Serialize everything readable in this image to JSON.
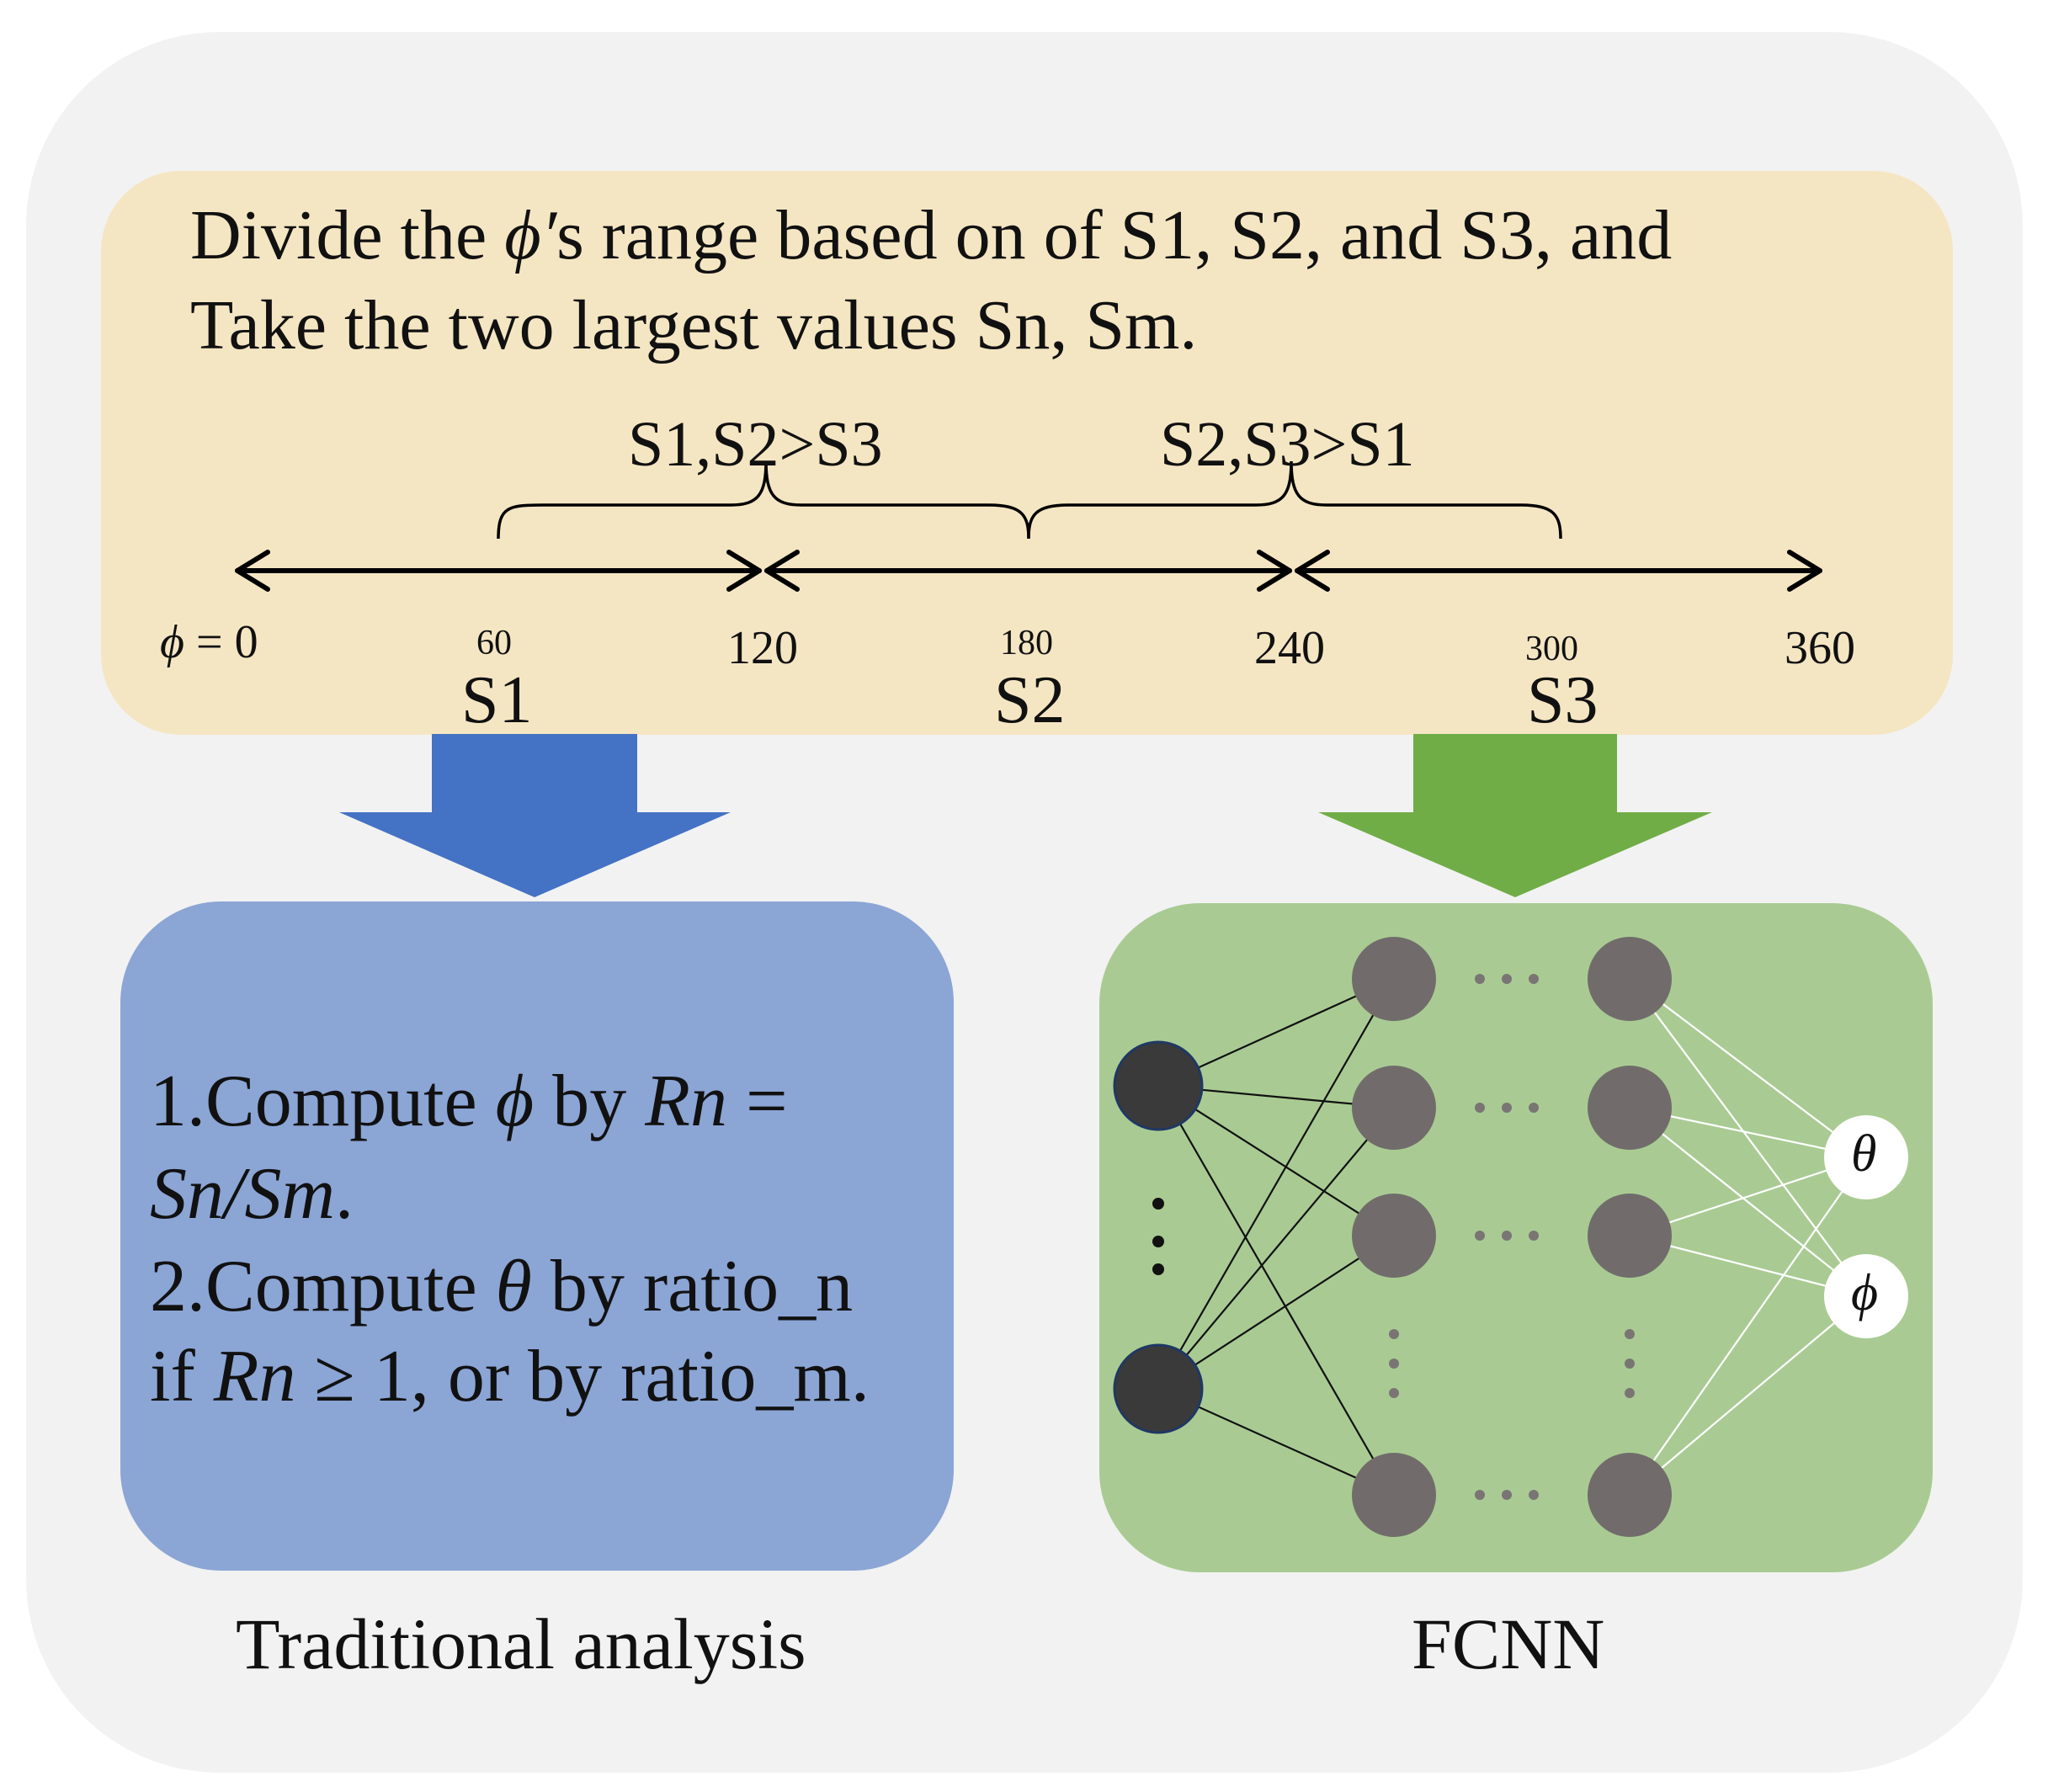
{
  "top_box": {
    "line1_a": "Divide the ",
    "line1_phi": "ϕ′",
    "line1_b": "s range based on of S1, S2, and S3, and",
    "line2": "Take the two largest values Sn, Sm."
  },
  "braces": {
    "left_label": "S1,S2>S3",
    "right_label": "S2,S3>S1"
  },
  "axis": {
    "phi_zero_symbol": "ϕ",
    "phi_zero_rest": " = 0",
    "ticks": [
      "60",
      "120",
      "180",
      "240",
      "300",
      "360"
    ],
    "segments": [
      "S1",
      "S2",
      "S3"
    ]
  },
  "left_box": {
    "line1_a": "1.Compute ",
    "line1_phi": "ϕ",
    "line1_b": " by ",
    "line1_rn": "Rn",
    "line1_eq": " =",
    "line2_frac": "Sn/Sm",
    "line2_dot": ".",
    "line3_a": "2.Compute ",
    "line3_theta": "θ",
    "line3_b": " by ratio_n",
    "line4_a": "if ",
    "line4_rn": "Rn",
    "line4_b": " ≥ 1",
    "line4_c": ", or by ratio_m."
  },
  "network": {
    "output_theta": "θ",
    "output_phi": "ϕ"
  },
  "captions": {
    "left": "Traditional analysis",
    "right": "FCNN"
  },
  "colors": {
    "outer_bg": "#f2f2f2",
    "top_box": "#f5e6c3",
    "left_box": "#8ba5d5",
    "right_box": "#a9cb93",
    "blue_arrow": "#4472c4",
    "green_arrow": "#70ad47",
    "input_node": "#3a3a3a",
    "hidden_node": "#716c6b",
    "output_node": "#ffffff"
  }
}
